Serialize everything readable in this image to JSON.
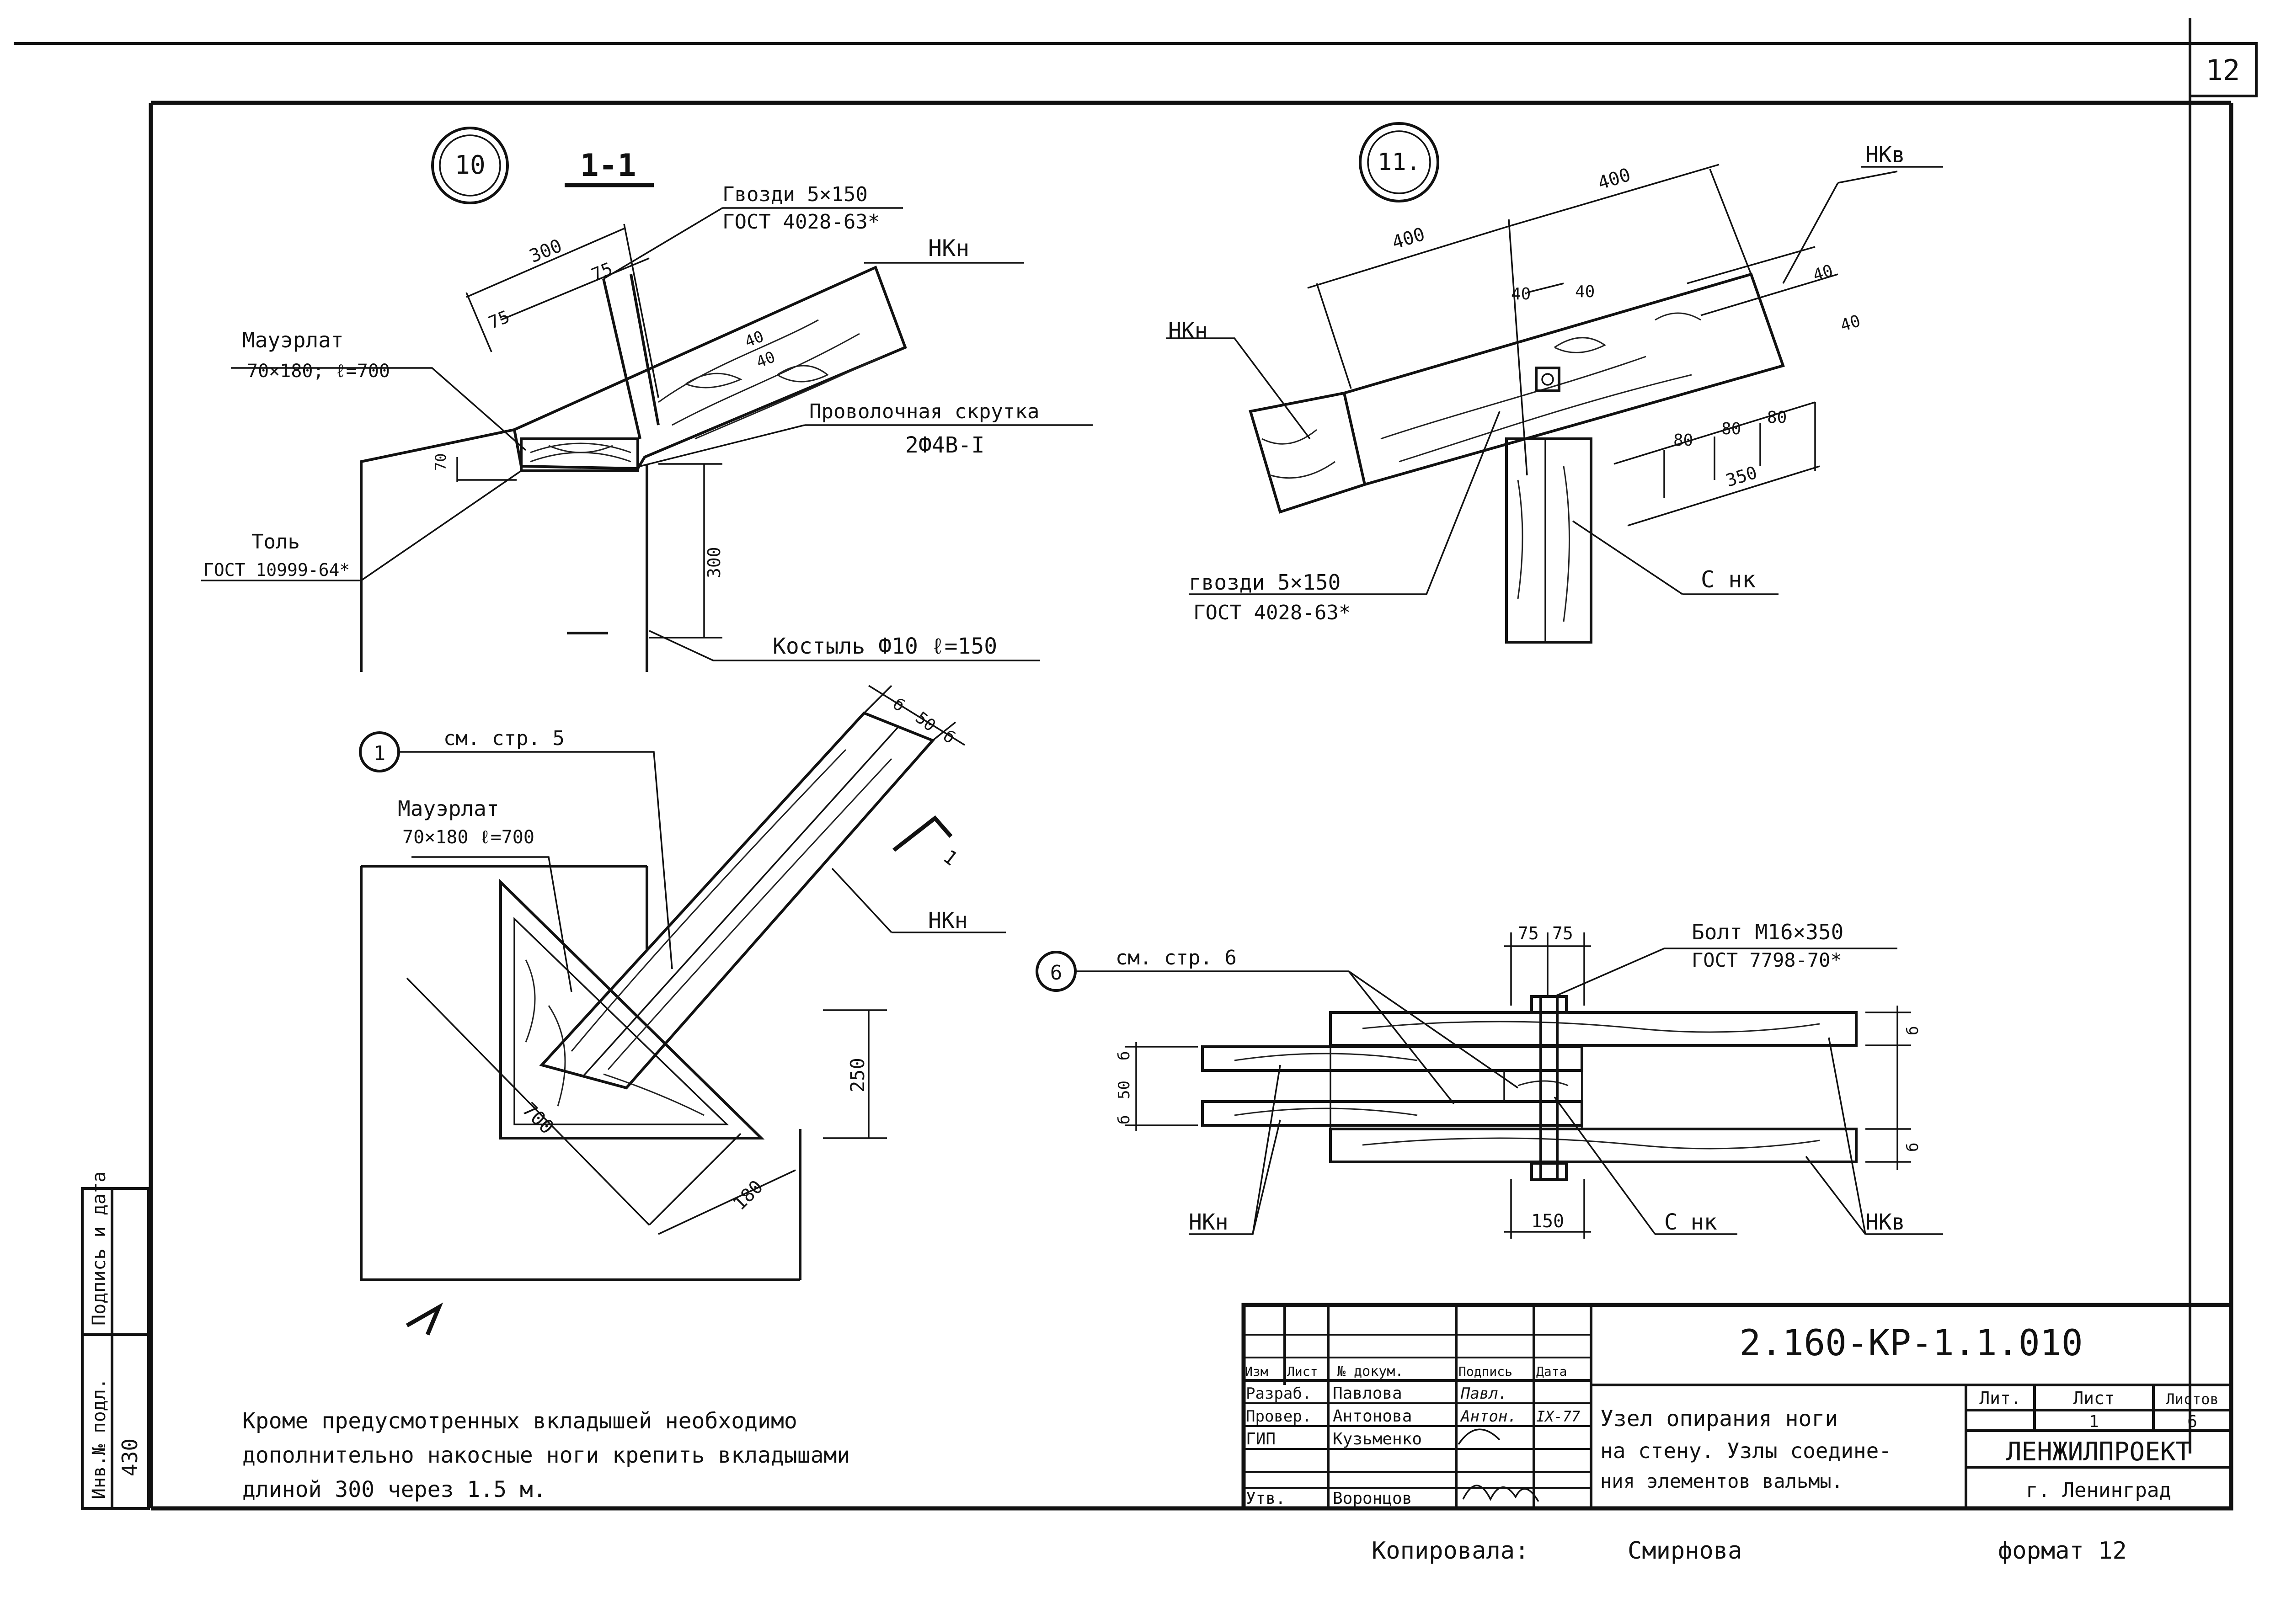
{
  "page": {
    "sheet_number": "12",
    "copied_by_label": "Копировала:",
    "copied_by_name": "Смирнова",
    "format": "формат 12",
    "margin_stamp": [
      "Инв.№ подл.",
      "Подпись и дата"
    ],
    "margin_value": "430"
  },
  "detail10": {
    "callout": "10",
    "section": "1-1",
    "nails_line1": "Гвозди 5×150",
    "nails_line2": "ГОСТ 4028-63*",
    "rafter_label": "НКн",
    "mauerlat_line1": "Мауэрлат",
    "mauerlat_line2": "70×180; ℓ=700",
    "wire_line1": "Проволочная скрутка",
    "wire_line2": "2Ф4В-I",
    "tol_line1": "Толь",
    "tol_line2": "ГОСТ 10999-64*",
    "crutch": "Костыль Ф10 ℓ=150",
    "dim_300": "300",
    "dim_75a": "75",
    "dim_75b": "75",
    "dim_40a": "40",
    "dim_40b": "40",
    "dim_70": "70",
    "dim_300v": "300"
  },
  "detail11": {
    "callout": "11.",
    "rafter_left": "НКн",
    "rafter_right": "НКв",
    "dim_400a": "400",
    "dim_400b": "400",
    "dim_40a": "40",
    "dim_40b": "40",
    "dim_40c": "40",
    "dim_40d": "40",
    "dim_80a": "80",
    "dim_80b": "80",
    "dim_80c": "80",
    "dim_350": "350",
    "nails_line1": "гвозди 5×150",
    "nails_line2": "ГОСТ 4028-63*",
    "post": "С нк"
  },
  "detail1": {
    "callout": "1",
    "see_page": "см. стр. 5",
    "mauerlat_line1": "Мауэрлат",
    "mauerlat_line2": "70×180 ℓ=700",
    "rafter": "НКн",
    "dim_b1": "б",
    "dim_50": "50",
    "dim_b2": "б",
    "dim_700": "700",
    "dim_250": "250",
    "dim_180": "180",
    "section_mark": "1"
  },
  "detail6": {
    "callout": "6",
    "see_page": "см. стр. 6",
    "bolt_line1": "Болт М16×350",
    "bolt_line2": "ГОСТ 7798-70*",
    "dim_75a": "75",
    "dim_75b": "75",
    "dim_150": "150",
    "dim_b_left1": "б",
    "dim_50": "50",
    "dim_b_left2": "б",
    "dim_b_r1": "б",
    "dim_b_r2": "б",
    "rafter_left": "НКн",
    "post": "С нк",
    "rafter_right": "НКв"
  },
  "note": {
    "line1": "Кроме предусмотренных вкладышей необходимо",
    "line2": "дополнительно накосные ноги крепить вкладышами",
    "line3": "длиной 300 через 1.5 м."
  },
  "titleblock": {
    "code": "2.160-КР-1.1.010",
    "headers": [
      "Изм",
      "Лист",
      "№ докум.",
      "Подпись",
      "Дата"
    ],
    "roles": [
      {
        "role": "Разраб.",
        "name": "Павлова",
        "sign": "Павл."
      },
      {
        "role": "Провер.",
        "name": "Антонова",
        "sign": "Антон.",
        "date": "IX-77"
      },
      {
        "role": "ГИП",
        "name": "Кузьменко",
        "sign": ""
      },
      {
        "role": "",
        "name": "",
        "sign": ""
      },
      {
        "role": "Утв.",
        "name": "Воронцов",
        "sign": ""
      }
    ],
    "title_line1": "Узел опирания ноги",
    "title_line2": "на стену. Узлы соедине-",
    "title_line3": "ния элементов вальмы.",
    "lit_header": "Лит.",
    "sheet_header": "Лист",
    "sheets_header": "Листов",
    "sheet_value": "1",
    "sheets_value": "6",
    "org": "ЛЕНЖИЛПРОЕКТ",
    "city": "г. Ленинград"
  }
}
